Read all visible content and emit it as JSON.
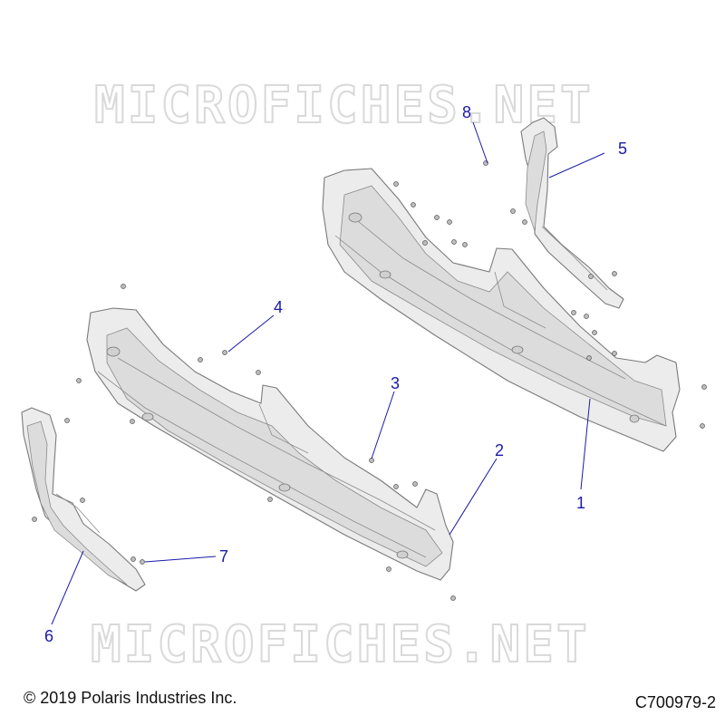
{
  "watermark": {
    "top": "MICROFICHES.NET",
    "bottom": "MICROFICHES.NET"
  },
  "callouts": [
    {
      "id": "1",
      "label": "1"
    },
    {
      "id": "2",
      "label": "2"
    },
    {
      "id": "3",
      "label": "3"
    },
    {
      "id": "4",
      "label": "4"
    },
    {
      "id": "5",
      "label": "5"
    },
    {
      "id": "6",
      "label": "6"
    },
    {
      "id": "7",
      "label": "7"
    },
    {
      "id": "8",
      "label": "8"
    }
  ],
  "footer": {
    "copyright": "© 2019 Polaris Industries Inc.",
    "drawing_number": "C700979-2"
  },
  "colors": {
    "callout": "#1a1aa6",
    "part_fill": "#ececec",
    "part_stroke": "#7a7a7a",
    "watermark": "#d9d9d9"
  }
}
